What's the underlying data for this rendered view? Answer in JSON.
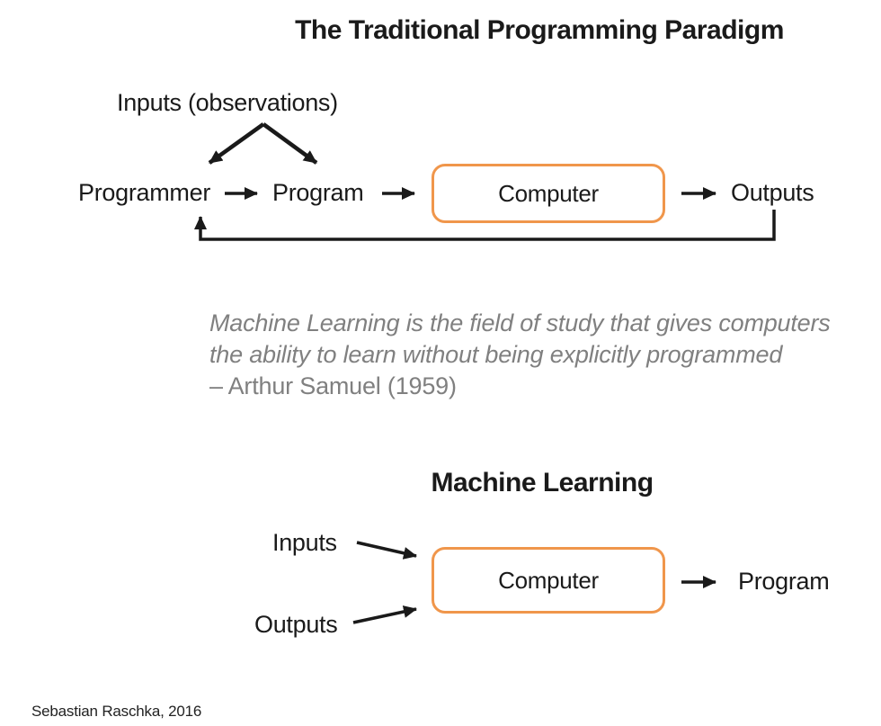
{
  "colors": {
    "accent_orange": "#F0964B",
    "quote_gray": "#808080",
    "ink": "#1a1a1a"
  },
  "traditional": {
    "title": "The Traditional Programming Paradigm",
    "inputs_label": "Inputs (observations)",
    "programmer_label": "Programmer",
    "program_label": "Program",
    "computer_label": "Computer",
    "outputs_label": "Outputs"
  },
  "quote": {
    "line1": "Machine Learning is the field of study that gives computers",
    "line2": "the ability to learn without being explicitly programmed",
    "attribution": "– Arthur Samuel (1959)"
  },
  "ml": {
    "heading": "Machine Learning",
    "inputs_label": "Inputs",
    "outputs_label": "Outputs",
    "computer_label": "Computer",
    "program_label": "Program"
  },
  "footer": {
    "credit": "Sebastian Raschka, 2016"
  }
}
